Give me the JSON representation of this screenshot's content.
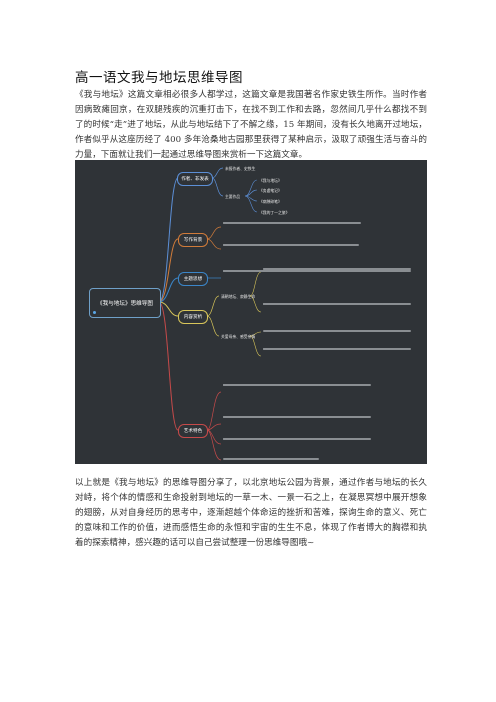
{
  "doc": {
    "title": "高一语文我与地坛思维导图",
    "intro": "《我与地坛》这篇文章相必很多人都学过，这篇文章是我国著名作家史铁生所作。当时作者因病致瘫回京，在双腿残疾的沉重打击下，在找不到工作和去路，忽然间几乎什么都找不到了的时候“走”进了地坛，从此与地坛结下了不解之缘，15 年期间，没有长久地离开过地坛，作者似乎从这座历经了 400 多年沧桑地古园那里获得了某种启示，汲取了顽强生活与奋斗的力量，下面就让我们一起通过思维导图来赏析一下这篇文章。",
    "conclusion": "以上就是《我与地坛》的思维导图分享了，以北京地坛公园为背景，通过作者与地坛的长久对峙，将个体的情感和生命投射到地坛的一草一木、一景一石之上，在凝思冥想中展开想象的翅膀，从对自身经历的思考中，逐渐超越个体命运的挫折和苦难，探询生命的意义、死亡的意味和工作的价值，进而感悟生命的永恒和宇宙的生生不息，体现了作者博大的胸襟和执着的探索精神，感兴趣的话可以自己尝试整理一份思维导图哦~"
  },
  "mindmap": {
    "root": "《我与地坛》思维导图",
    "branches": [
      "作者、非发表",
      "写作背景",
      "主题思想",
      "内容赏析",
      "艺术特色"
    ],
    "author_items": [
      "未报作者、史铁生",
      "主要作品",
      "《我与地坛》",
      "《务虚笔记》",
      "《病隙碎笔》",
      "《我的丁一之旅》"
    ],
    "content_subs": [
      "清朝地坛、寂静生命",
      "关爱母亲、感受亲情"
    ],
    "colors": {
      "bg": "#2f3337",
      "root_border": "#6fa0c8",
      "branch1": "#5c8fd6",
      "branch2": "#d07b3a",
      "branch3": "#3b86c9",
      "branch4": "#d8c65a",
      "branch5": "#c64a4a"
    }
  }
}
